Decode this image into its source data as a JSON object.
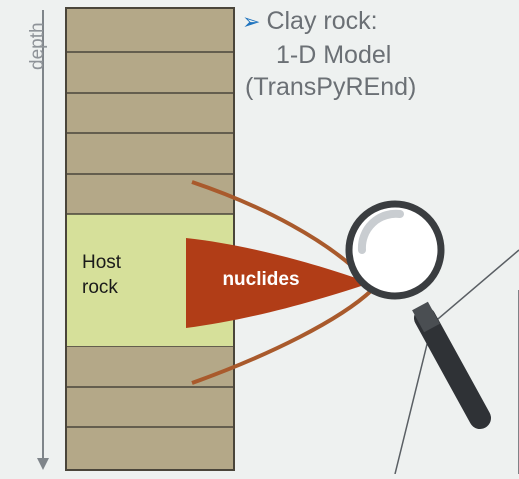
{
  "depth_label": "depth",
  "title": {
    "bullet_icon": "arrow-bullet-icon",
    "line1": "Clay rock:",
    "line2": "1-D Model",
    "line3": "(TransPyREnd)"
  },
  "host_rock": {
    "line1": "Host",
    "line2": "rock"
  },
  "nuclides_label": "nuclides",
  "colors": {
    "background": "#eef1f0",
    "layer_fill": "#b4a888",
    "layer_border": "#4a453a",
    "host_rock_fill": "#d6e09a",
    "plume_fill": "#b13d17",
    "magnifier_lines": "#a95a2c",
    "title_text": "#6b7075",
    "bullet": "#1e73be"
  },
  "icons": [
    "down-arrow-icon",
    "magnifying-glass-icon",
    "arrow-bullet-icon"
  ]
}
